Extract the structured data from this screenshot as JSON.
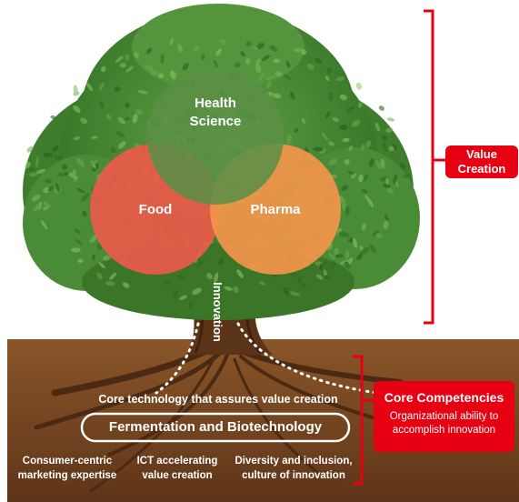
{
  "circles": {
    "health_line1": "Health",
    "health_line2": "Science",
    "food": "Food",
    "pharma": "Pharma"
  },
  "innovation_label": "Innovation",
  "value_creation": {
    "line1": "Value",
    "line2": "Creation"
  },
  "core_competencies": {
    "title": "Core Competencies",
    "line1": "Organizational ability to",
    "line2": "accomplish innovation"
  },
  "roots": {
    "core_tech": "Core technology that assures value creation",
    "fermentation": "Fermentation and Biotechnology",
    "col1_line1": "Consumer-centric",
    "col1_line2": "marketing expertise",
    "col2_line1": "ICT accelerating",
    "col2_line2": "value creation",
    "col3_line1": "Diversity and inclusion,",
    "col3_line2": "culture of innovation"
  },
  "colors": {
    "accent_red": "#e60012",
    "health_green": "#5a8f45",
    "food_red": "#ec5a4a",
    "pharma_orange": "#f2954a",
    "soil_brown": "#7a4a24"
  }
}
